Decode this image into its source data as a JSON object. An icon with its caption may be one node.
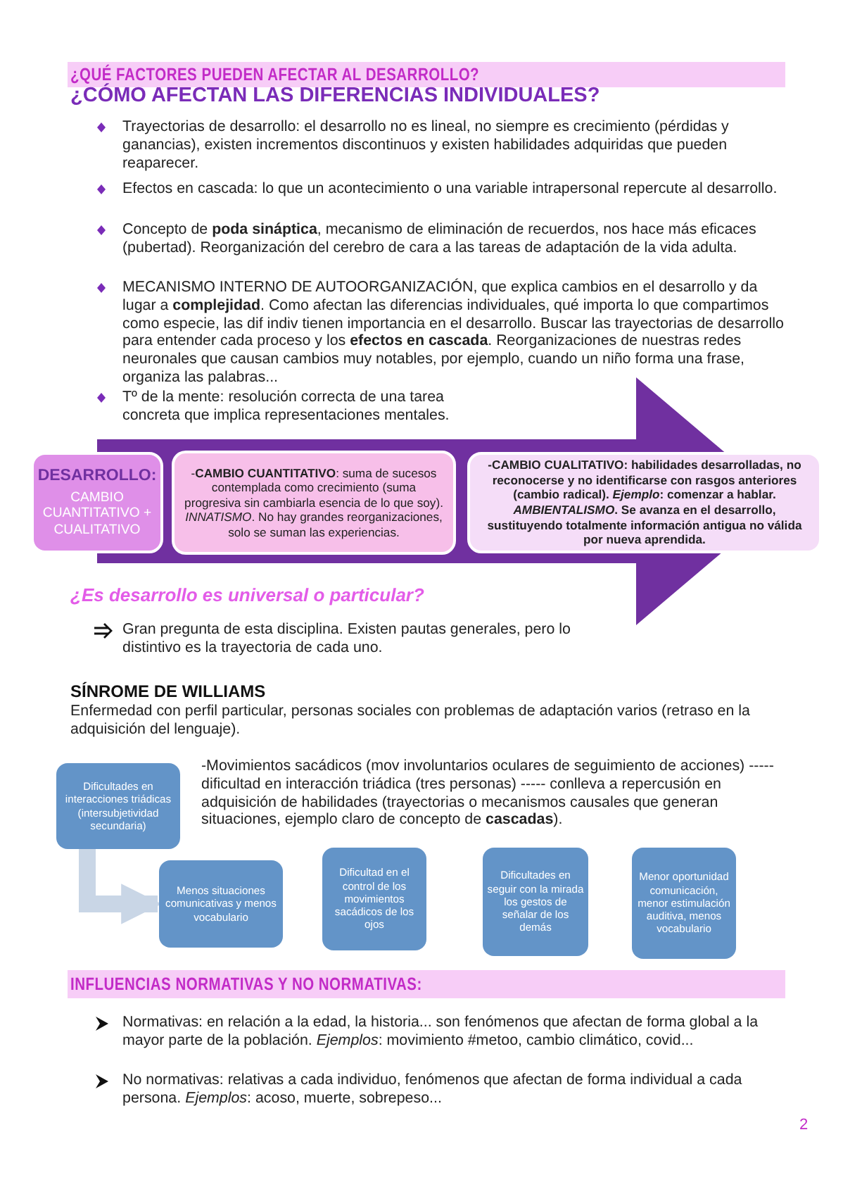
{
  "diagram": {
    "title": "¿QUÉ FACTORES PUEDEN AFECTAR AL DESARROLLO?",
    "nodes": [
      {
        "text": [
          "DESARROLLO:",
          "CAMBIO CUANTITATIVO + CUALITATIVO"
        ]
      },
      {
        "text": [
          "-**CAMBIO CUANTITATIVO**: suma de sucesos contemplada como crecimiento (suma progresiva sin cambiarla esencia de lo que soy). *INNATISMO*. No hay grandes reorganizaciones, solo se suman las experiencias."
        ]
      },
      {
        "text": [
          "-CAMBIO CUALITATIVO: habilidades desarrolladas, no reconocerse y no identificarse con rasgos anteriores (cambio radical). *Ejemplo*: comenzar a hablar. *AMBIENTALISMO*. Se avanza en el desarrollo, sustituyendo totalmente información antigua no válida por nueva aprendida."
        ]
      },
      {
        "text": [
          "Dificultades en interacciones triádicas (intersubjetividad secundaria)"
        ]
      },
      {
        "text": [
          "Menos situaciones comunicativas y menos vocabulario"
        ]
      },
      {
        "text": [
          "Dificultad en el control de los movimientos sacádicos de los ojos"
        ]
      },
      {
        "text": [
          "Dificultades en seguir con la mirada los gestos de señalar de los demás"
        ]
      },
      {
        "text": [
          "Menor oportunidad comunicación, menor estimulación auditiva, menos vocabulario"
        ]
      }
    ],
    "edges": [
      {
        "from": 0,
        "to": 2,
        "arrow": "to",
        "color": "#7030a0"
      },
      {
        "from": 3,
        "to": 4,
        "arrow": "to",
        "color": "#c9d6e6"
      }
    ],
    "labels": [
      "¿CÓMO AFECTAN LAS DIFERENCIAS INDIVIDUALES?",
      "Trayectorias de desarrollo: el desarrollo no es lineal, no siempre es crecimiento (pérdidas y ganancias), existen incrementos discontinuos y existen habilidades adquiridas que pueden reaparecer.",
      "Efectos en cascada: lo que un acontecimiento o una variable intrapersonal repercute al desarrollo.",
      "Concepto de **poda sináptica**, mecanismo de eliminación de recuerdos, nos hace más eficaces (pubertad). Reorganización del cerebro de cara a las tareas de adaptación de la vida adulta.",
      "MECANISMO INTERNO DE AUTOORGANIZACIÓN, que explica cambios en el desarrollo y da lugar a **complejidad**. Como afectan las diferencias individuales, qué importa lo que compartimos como especie, las dif indiv tienen importancia en el desarrollo. Buscar las trayectorias de desarrollo para entender cada proceso y los **efectos en cascada**. Reorganizaciones de nuestras redes neuronales que causan cambios muy notables, por ejemplo, cuando un niño forma una frase, organiza las palabras...",
      "Tº de la mente: resolución correcta de una tarea concreta que implica representaciones mentales.",
      "¿Es desarrollo es universal o particular?",
      "Gran pregunta de esta disciplina. Existen pautas generales, pero lo distintivo es la trayectoria de cada uno.",
      "SÍNROME DE WILLIAMS",
      "Enfermedad con perfil particular, personas sociales con problemas de adaptación varios (retraso en la adquisición del lenguaje).",
      "-Movimientos sacádicos (mov involuntarios oculares de seguimiento de acciones) ----- dificultad en interacción triádica (tres personas) ----- conlleva a repercusión en adquisición de habilidades (trayectorias o mecanismos causales que generan situaciones, ejemplo claro de concepto de **cascadas**).",
      "INFLUENCIAS NORMATIVAS Y NO NORMATIVAS:",
      "Normativas: en relación a la edad, la historia... son fenómenos que afectan de forma global a la mayor parte de la población. *Ejemplos*: movimiento #metoo, cambio climático, covid...",
      "No normativas: relativas a cada individuo, fenómenos que afectan de forma individual a cada persona. *Ejemplos*: acoso, muerte, sobrepeso...",
      "2"
    ]
  }
}
